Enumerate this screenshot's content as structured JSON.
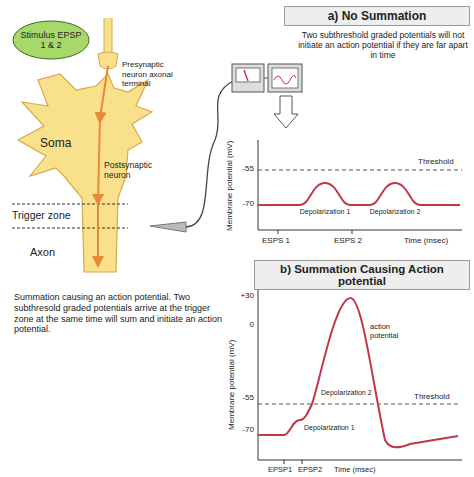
{
  "diagram": {
    "nodes": [
      {
        "text": [
          "Stimulus EPSP 1 & 2"
        ]
      },
      {
        "text": [
          "a) No Summation"
        ]
      },
      {
        "text": [
          "b) Summation Causing Action potential"
        ]
      }
    ],
    "labels": [
      "Presynaptic neuron axonal terminal",
      "Soma",
      "Postsynaptic neuron",
      "Trigger zone",
      "Axon",
      "Two subthreshold graded potentials will not initiate an action potential if they are far apart in time",
      "-55",
      "Threshold",
      "-70",
      "Membrane potential (mV)",
      "Depolarization 1",
      "Depolarization 2",
      "ESPS 1",
      "ESPS 2",
      "Time (msec)",
      "Summation causing an action potential. Two subthresold graded potentials arrive at the trigger zone at the same time will sum and initiate an action potential.",
      "+30",
      "0",
      "-55",
      "-70",
      "Membrane potential (mV)",
      "action potential",
      "Depolarization 2",
      "Depolarization 1",
      "Threshold",
      "EPSP1",
      "EPSP2",
      "Time (msec)"
    ]
  }
}
